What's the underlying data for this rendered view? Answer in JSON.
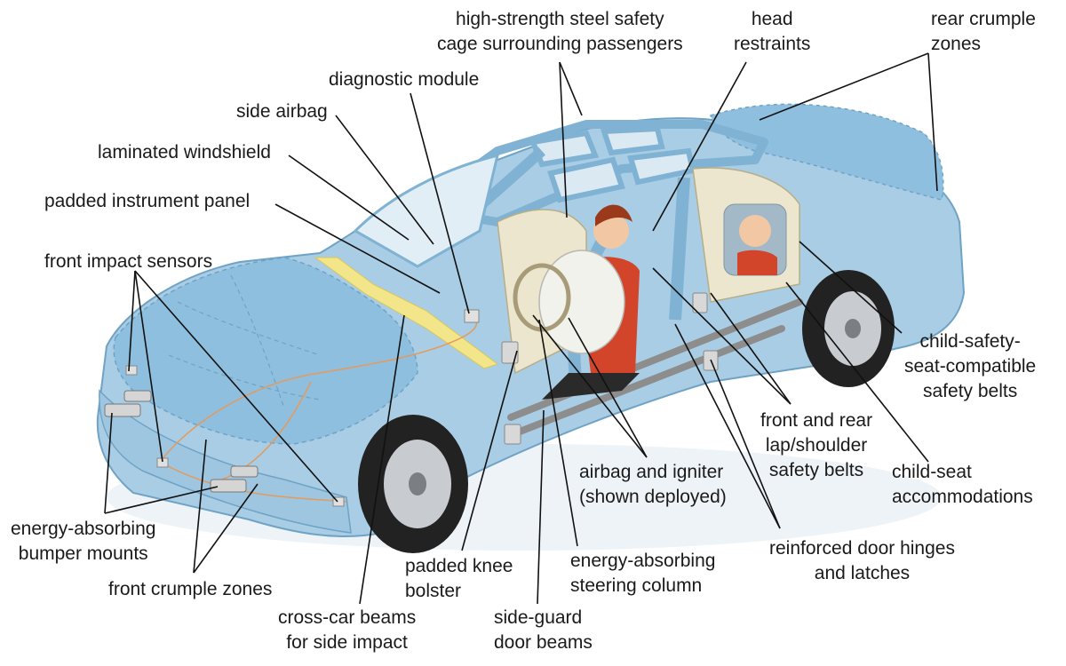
{
  "labels": {
    "steel_cage": [
      "high-strength steel safety",
      "cage surrounding passengers"
    ],
    "head_restraints": [
      "head",
      "restraints"
    ],
    "rear_crumple": [
      "rear crumple",
      "zones"
    ],
    "diagnostic_module": [
      "diagnostic module"
    ],
    "side_airbag": [
      "side airbag"
    ],
    "laminated_windshield": [
      "laminated windshield"
    ],
    "padded_instrument_panel": [
      "padded instrument panel"
    ],
    "front_impact_sensors": [
      "front impact sensors"
    ],
    "child_safety_seat_belts": [
      "child-safety-",
      "seat-compatible",
      "safety belts"
    ],
    "front_rear_belts": [
      "front and rear",
      "lap/shoulder",
      "safety belts"
    ],
    "child_seat_accommodations": [
      "child-seat",
      "accommodations"
    ],
    "airbag_igniter": [
      "airbag and igniter",
      "(shown deployed)"
    ],
    "reinforced_hinges": [
      "reinforced door hinges",
      "and latches"
    ],
    "energy_absorbing_steering": [
      "energy-absorbing",
      "steering column"
    ],
    "padded_knee_bolster": [
      "padded knee",
      "bolster"
    ],
    "side_guard_beams": [
      "side-guard",
      "door beams"
    ],
    "cross_car_beams": [
      "cross-car beams",
      "for side impact"
    ],
    "front_crumple": [
      "front crumple zones"
    ],
    "bumper_mounts": [
      "energy-absorbing",
      "bumper mounts"
    ]
  },
  "colors": {
    "body_blue": "#a9cde4",
    "body_dark": "#7fb2d3",
    "crumple_blue": "#8fbfdf",
    "interior_cream": "#ece6cf",
    "shirt_red": "#d2452b",
    "tire": "#222222",
    "rim": "#c8ccd0",
    "leader": "#111111",
    "wire_orange": "#e49a5c",
    "panel_yellow": "#f3e58a"
  }
}
